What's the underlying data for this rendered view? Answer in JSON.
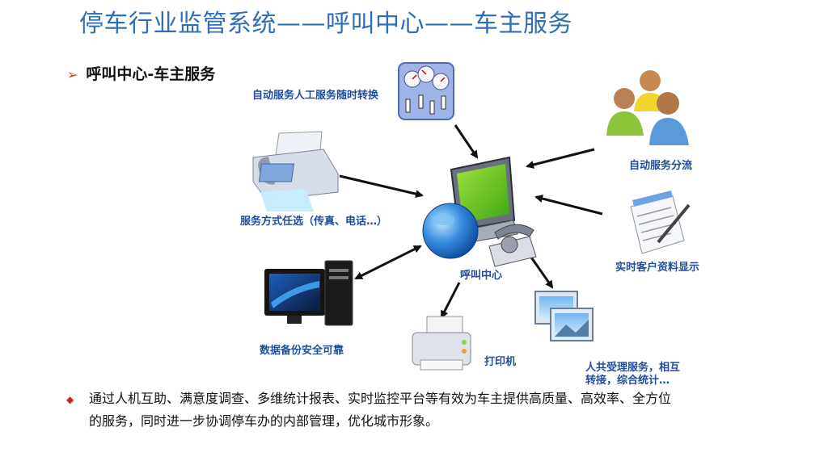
{
  "title": "停车行业监管系统——呼叫中心——车主服务",
  "subtitle": "呼叫中心-车主服务",
  "diagram": {
    "center_label": "呼叫中心",
    "nodes": [
      "自动服务人工服务随时转换",
      "自动服务分流",
      "服务方式任选（传真、电话…）",
      "实时客户资料显示",
      "数据备份安全可靠",
      "打印机",
      "人共受理服务，相互",
      "转接，综合统计…"
    ]
  },
  "footer": {
    "line1": "通过人机互助、满意度调查、多维统计报表、实时监控平台等有效为车主提供高质量、高效率、全方位",
    "line2": "的服务，同时进一步协调停车办的内部管理，优化城市形象。"
  },
  "colors": {
    "title": "#2e6fb7",
    "label": "#1e4e9c",
    "bullet": "#d43c1c",
    "diamond": "#c2272d"
  }
}
